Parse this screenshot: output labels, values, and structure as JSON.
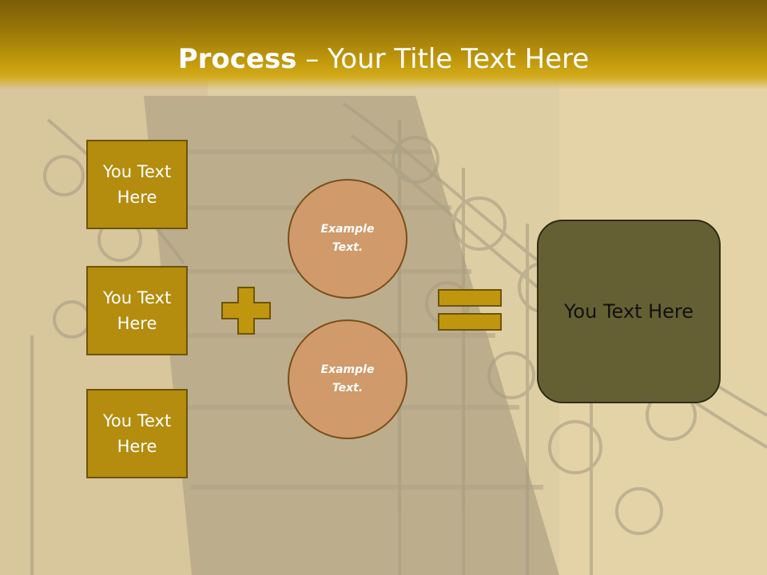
{
  "title": {
    "bold": "Process",
    "rest": " – Your Title Text Here"
  },
  "boxes": [
    {
      "label": "You Text Here"
    },
    {
      "label": "You Text Here"
    },
    {
      "label": "You Text Here"
    }
  ],
  "circles": [
    {
      "label": "Example Text."
    },
    {
      "label": "Example Text."
    }
  ],
  "result": {
    "label": "You Text Here"
  },
  "colors": {
    "header": "#c39a0c",
    "box_fill": "#b48c0e",
    "circle_fill": "#d09a6a",
    "result_fill": "#656033",
    "operator_fill": "#c0960f"
  }
}
